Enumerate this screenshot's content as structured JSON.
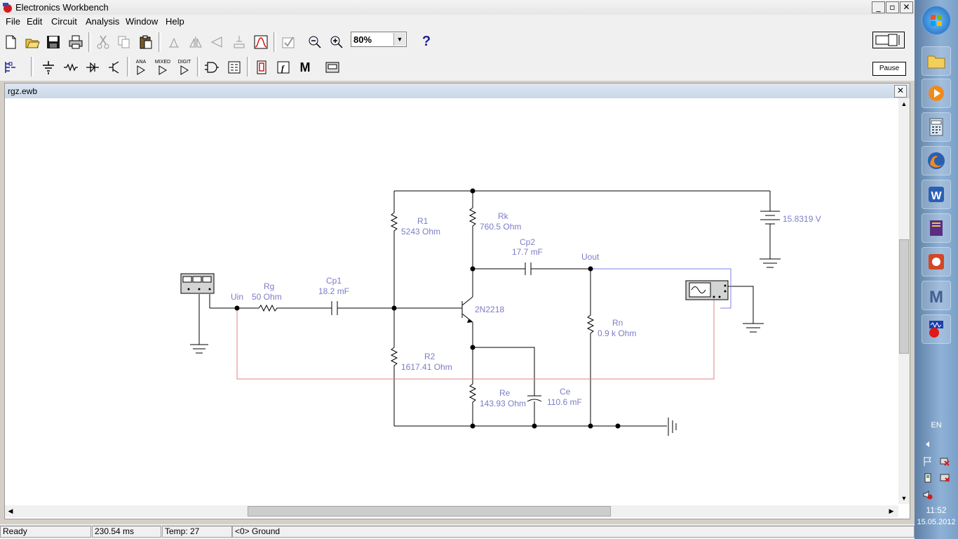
{
  "app": {
    "title": "Electronics Workbench"
  },
  "window_buttons": {
    "minimize": "_",
    "maximize": "▫",
    "close": "✕"
  },
  "menu": [
    "File",
    "Edit",
    "Circuit",
    "Analysis",
    "Window",
    "Help"
  ],
  "toolbar": {
    "zoom_value": "80%",
    "help_label": "?",
    "pause_label": "Pause"
  },
  "parts_bins": {
    "analog": "ANA",
    "mixed": "MIXED",
    "digital": "DIGIT",
    "misc": "M"
  },
  "document": {
    "title": "rgz.ewb",
    "close": "✕"
  },
  "circuit": {
    "supply": "15.8319 V",
    "R1": {
      "name": "R1",
      "value": "5243  Ohm"
    },
    "Rk": {
      "name": "Rk",
      "value": "760.5  Ohm"
    },
    "Cp2": {
      "name": "Cp2",
      "value": "17.7 mF"
    },
    "Uout": "Uout",
    "Rg": {
      "name": "Rg",
      "value": "50  Ohm"
    },
    "Uin": "Uin",
    "Cp1": {
      "name": "Cp1",
      "value": "18.2 mF"
    },
    "Q": "2N2218",
    "Rn": {
      "name": "Rn",
      "value": "0.9 k Ohm"
    },
    "R2": {
      "name": "R2",
      "value": "1617.41  Ohm"
    },
    "Re": {
      "name": "Re",
      "value": "143.93  Ohm"
    },
    "Ce": {
      "name": "Ce",
      "value": "110.6 mF"
    }
  },
  "status": {
    "state": "Ready",
    "time": "230.54 ms",
    "temp": "Temp:  27",
    "item": "<0> Ground"
  },
  "taskbar": {
    "language": "EN",
    "time": "11:52",
    "date": "15.05.2012",
    "word_letter": "W",
    "m_letter": "M"
  },
  "colors": {
    "wire": "#000000",
    "probe_wire": "#e08080",
    "label": "#7c7cc8",
    "scope_wire": "#8080e0"
  }
}
